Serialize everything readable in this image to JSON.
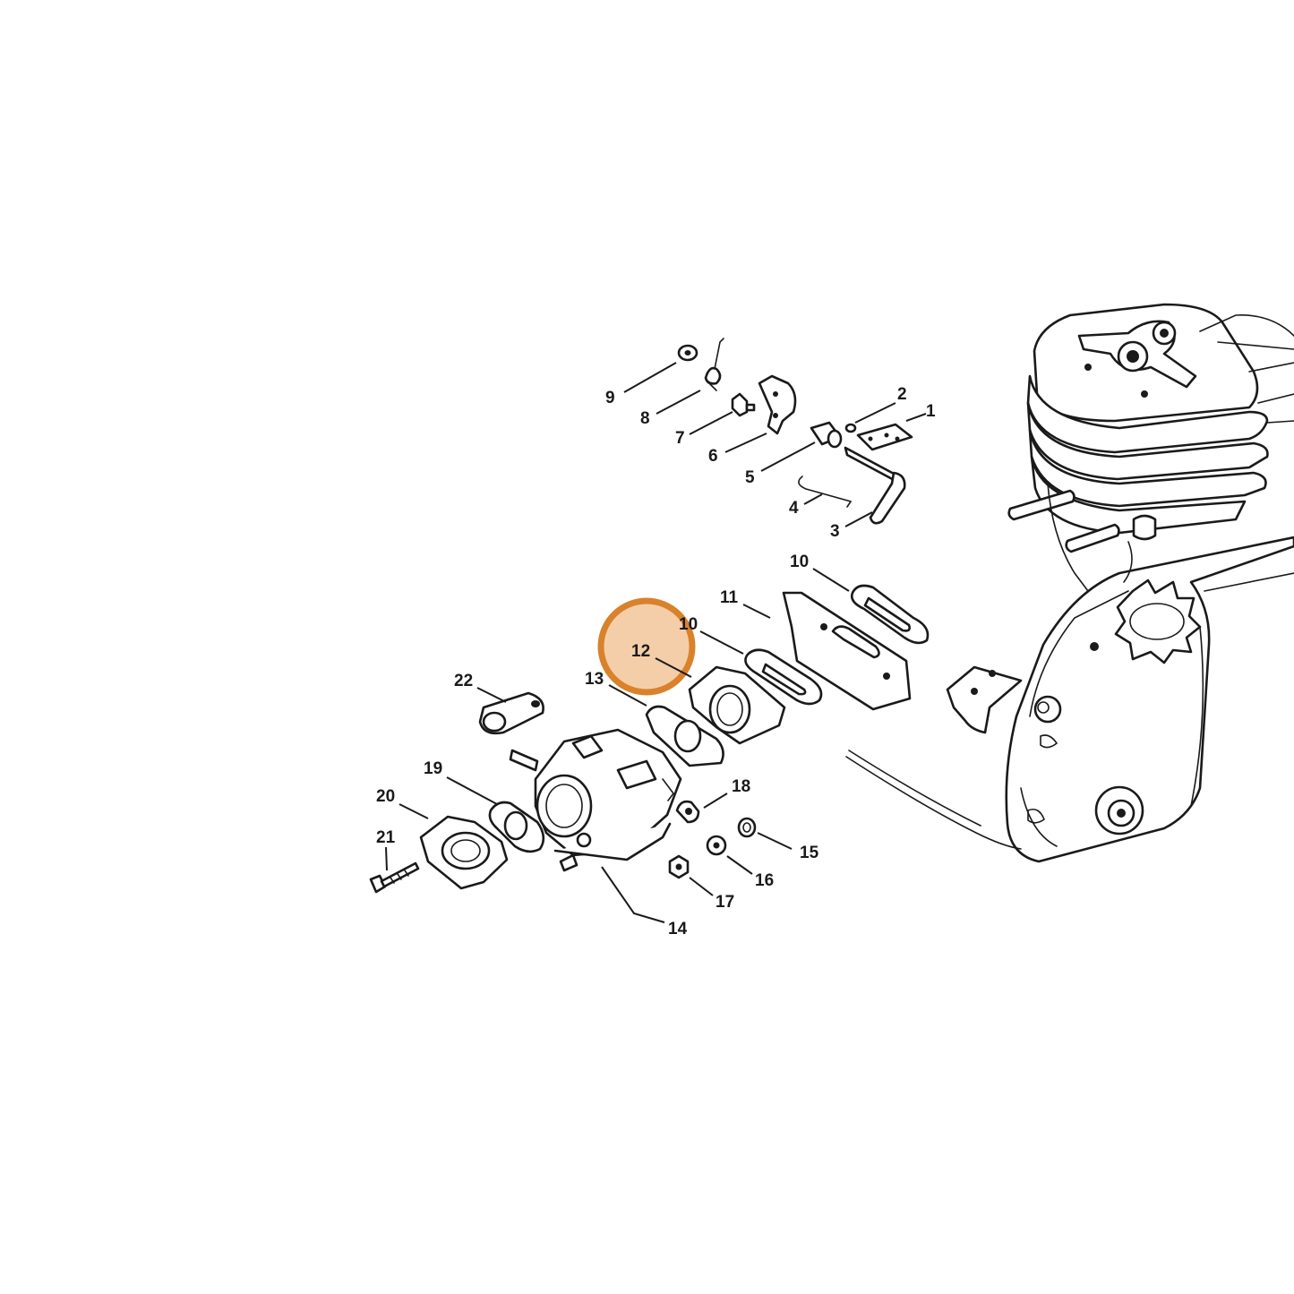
{
  "diagram": {
    "callouts": [
      {
        "id": "c1",
        "text": "1"
      },
      {
        "id": "c2",
        "text": "2"
      },
      {
        "id": "c3",
        "text": "3"
      },
      {
        "id": "c4",
        "text": "4"
      },
      {
        "id": "c5",
        "text": "5"
      },
      {
        "id": "c6",
        "text": "6"
      },
      {
        "id": "c7",
        "text": "7"
      },
      {
        "id": "c8",
        "text": "8"
      },
      {
        "id": "c9",
        "text": "9"
      },
      {
        "id": "c10a",
        "text": "10"
      },
      {
        "id": "c10b",
        "text": "10"
      },
      {
        "id": "c11",
        "text": "11"
      },
      {
        "id": "c12",
        "text": "12"
      },
      {
        "id": "c13",
        "text": "13"
      },
      {
        "id": "c14",
        "text": "14"
      },
      {
        "id": "c15",
        "text": "15"
      },
      {
        "id": "c16",
        "text": "16"
      },
      {
        "id": "c17",
        "text": "17"
      },
      {
        "id": "c18",
        "text": "18"
      },
      {
        "id": "c19",
        "text": "19"
      },
      {
        "id": "c20",
        "text": "20"
      },
      {
        "id": "c21",
        "text": "21"
      },
      {
        "id": "c22",
        "text": "22"
      }
    ],
    "highlight": {
      "target": "12",
      "color": "#d9822b",
      "fill": "#f3c9a0"
    }
  }
}
